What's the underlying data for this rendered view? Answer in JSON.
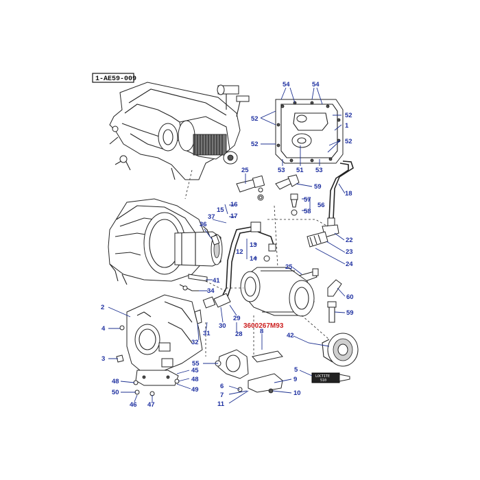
{
  "diagram": {
    "reference_code": "1-AE59-009",
    "highlighted_part": "3600267M93",
    "sealant_tube_label": [
      "LOCTITE",
      "510"
    ],
    "colors": {
      "callout": "#1d2fa0",
      "highlight": "#cc1f1f",
      "line": "#222222",
      "background": "#ffffff"
    },
    "callouts": [
      "54",
      "54",
      "52",
      "52",
      "1",
      "52",
      "52",
      "53",
      "51",
      "53",
      "25",
      "59",
      "18",
      "16",
      "17",
      "15",
      "57",
      "56",
      "58",
      "37",
      "36",
      "13",
      "12",
      "14",
      "22",
      "23",
      "24",
      "25",
      "60",
      "59",
      "41",
      "34",
      "2",
      "4",
      "3",
      "31",
      "30",
      "29",
      "28",
      "32",
      "8",
      "42",
      "5",
      "55",
      "45",
      "48",
      "48",
      "50",
      "49",
      "46",
      "47",
      "6",
      "7",
      "11",
      "9",
      "10"
    ]
  }
}
